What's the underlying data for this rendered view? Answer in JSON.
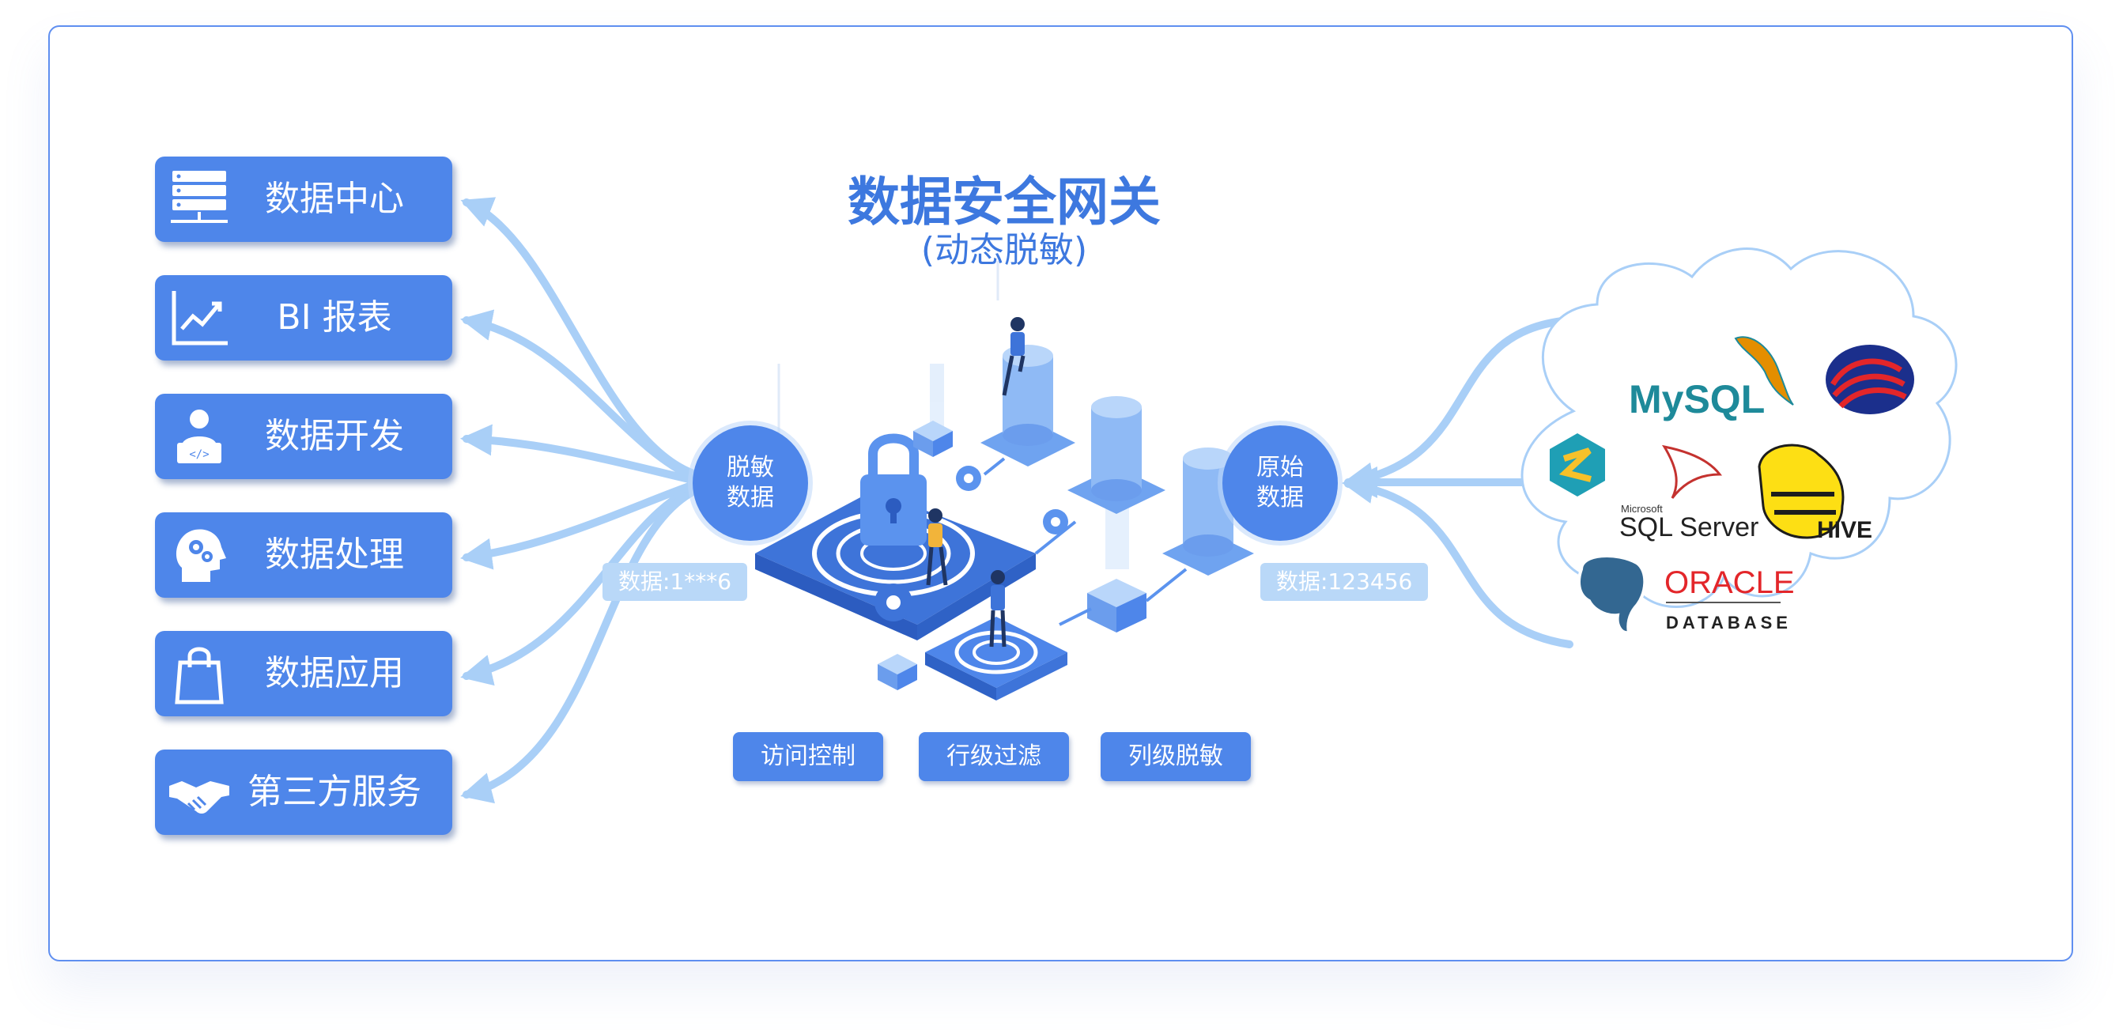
{
  "title": {
    "main": "数据安全网关",
    "sub": "(动态脱敏)"
  },
  "apps": [
    {
      "label": "数据中心",
      "icon": "server-rack-icon"
    },
    {
      "label": "BI 报表",
      "icon": "line-chart-icon"
    },
    {
      "label": "数据开发",
      "icon": "developer-laptop-icon"
    },
    {
      "label": "数据处理",
      "icon": "head-gears-icon"
    },
    {
      "label": "数据应用",
      "icon": "shopping-bag-icon"
    },
    {
      "label": "第三方服务",
      "icon": "handshake-icon"
    }
  ],
  "nodes": {
    "masked": {
      "line1": "脱敏",
      "line2": "数据"
    },
    "raw": {
      "line1": "原始",
      "line2": "数据"
    }
  },
  "chips": {
    "masked": "数据:1***6",
    "raw": "数据:123456"
  },
  "features": [
    "访问控制",
    "行级过滤",
    "列级脱敏"
  ],
  "databases": {
    "mysql": "MySQL",
    "sqlserver_small": "Microsoft",
    "sqlserver": "SQL Server",
    "hive": "HIVE",
    "oracle": "ORACLE",
    "oracle_sub": "DATABASE"
  },
  "colors": {
    "primary": "#4e86ea",
    "arrow": "#a9cff7",
    "title": "#3d78df",
    "chip": "#b9d8f8",
    "cloud_stroke": "#a9cff7"
  }
}
